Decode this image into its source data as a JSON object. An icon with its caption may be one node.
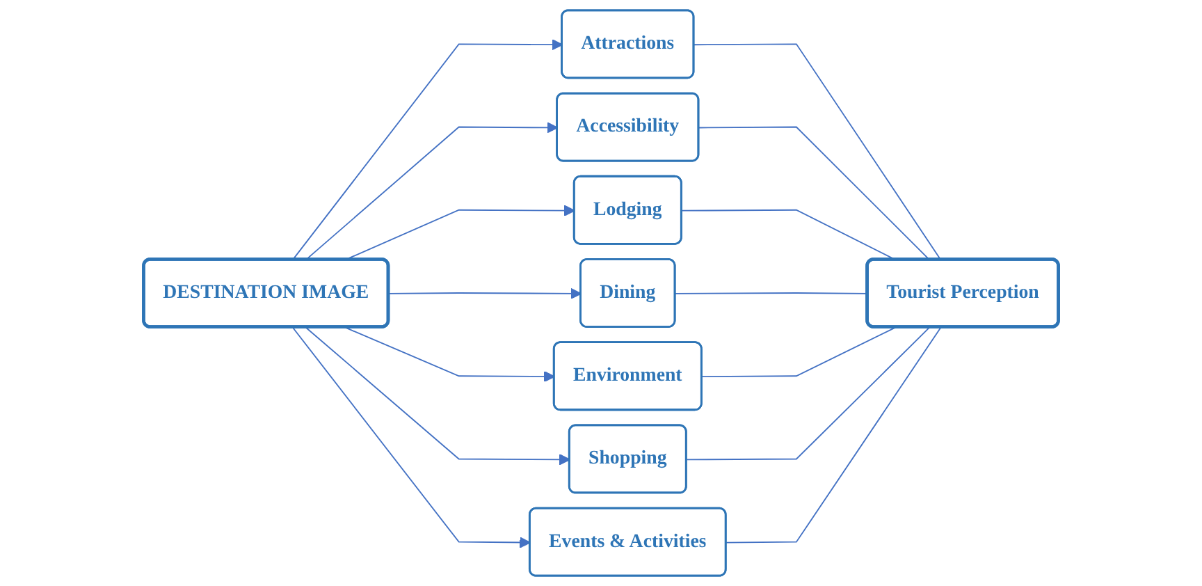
{
  "diagram": {
    "nodes": [
      {
        "text": [
          "DESTINATION IMAGE"
        ]
      },
      {
        "text": [
          "Attractions"
        ]
      },
      {
        "text": [
          "Accessibility"
        ]
      },
      {
        "text": [
          "Lodging"
        ]
      },
      {
        "text": [
          "Dining"
        ]
      },
      {
        "text": [
          "Environment"
        ]
      },
      {
        "text": [
          "Shopping"
        ]
      },
      {
        "text": [
          "Events & Activities"
        ]
      },
      {
        "text": [
          "Tourist Perception"
        ]
      }
    ],
    "edges": [
      {
        "from": 0,
        "to": 1,
        "arrow": "to"
      },
      {
        "from": 0,
        "to": 2,
        "arrow": "to"
      },
      {
        "from": 0,
        "to": 3,
        "arrow": "to"
      },
      {
        "from": 0,
        "to": 4,
        "arrow": "to"
      },
      {
        "from": 0,
        "to": 5,
        "arrow": "to"
      },
      {
        "from": 0,
        "to": 6,
        "arrow": "to"
      },
      {
        "from": 0,
        "to": 7,
        "arrow": "to"
      },
      {
        "from": 1,
        "to": 8,
        "arrow": "none"
      },
      {
        "from": 2,
        "to": 8,
        "arrow": "none"
      },
      {
        "from": 3,
        "to": 8,
        "arrow": "none"
      },
      {
        "from": 4,
        "to": 8,
        "arrow": "none"
      },
      {
        "from": 5,
        "to": 8,
        "arrow": "none"
      },
      {
        "from": 6,
        "to": 8,
        "arrow": "none"
      },
      {
        "from": 7,
        "to": 8,
        "arrow": "none"
      }
    ]
  }
}
